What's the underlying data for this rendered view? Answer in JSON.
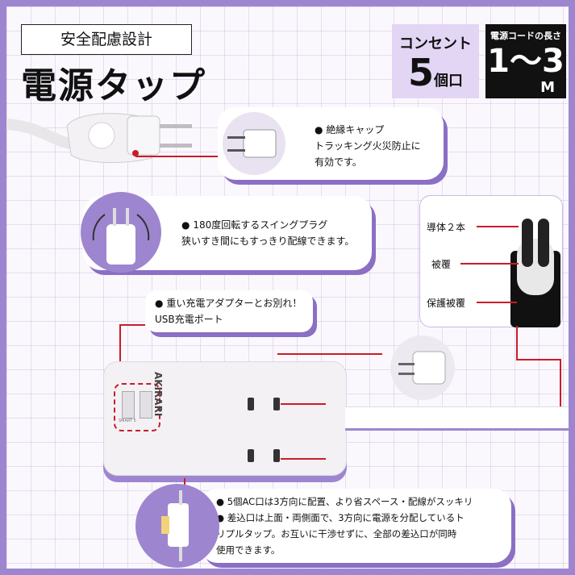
{
  "header": {
    "label": "安全配慮設計",
    "title": "電源タップ"
  },
  "outlet_badge": {
    "label": "コンセント",
    "count": "5",
    "unit": "個口"
  },
  "cord_badge": {
    "label": "電源コードの長さ",
    "length": "1〜3",
    "unit": "M"
  },
  "callouts": {
    "cap": {
      "bullet": "●",
      "line1": "絶縁キャップ",
      "line2": "トラッキング火災防止に",
      "line3": "有効です。"
    },
    "swing": {
      "bullet": "●",
      "line1": "180度回転するスイングプラグ",
      "line2": "狭いすき間にもすっきり配線できます。"
    },
    "usb": {
      "bullet": "●",
      "line1": "重い充電アダプターとお別れ！",
      "line2": "USB充電ポート"
    },
    "layout": {
      "bullet": "●",
      "line1": "5個AC口は3方向に配置、より省スペース・配線がスッキリ",
      "line2": "差込口は上面・両側面で、3方向に電源を分配しているト",
      "line3": "リプルタップ。お互いに干渉せずに、全部の差込口が同時",
      "line4": "使用できます。"
    }
  },
  "cable": {
    "conductor": "導体２本",
    "sheath": "被覆",
    "jacket": "保護被覆"
  },
  "device": {
    "brand": "AKIRARI",
    "usb_label": "SMART 5"
  },
  "colors": {
    "accent": "#9d86cf",
    "highlight": "#c91c2a",
    "shadow": "#8a6fc4"
  }
}
